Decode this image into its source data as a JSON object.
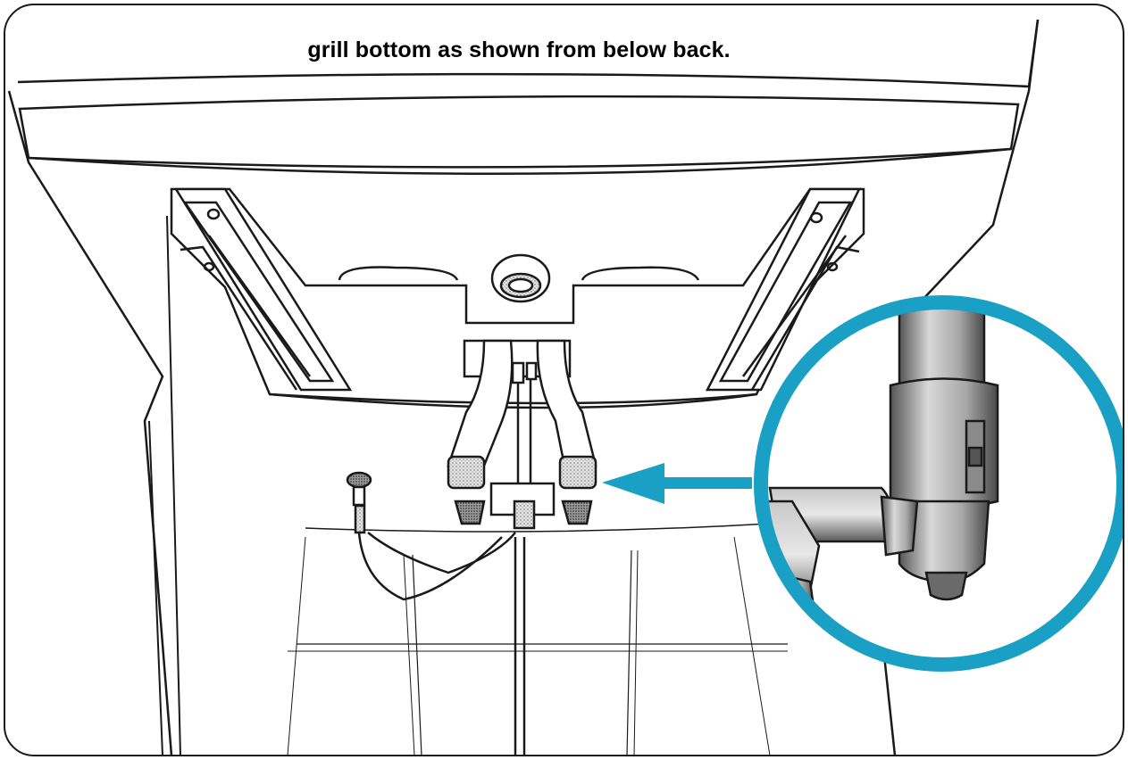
{
  "caption": "grill bottom as shown from below back.",
  "colors": {
    "outline": "#1a1a1a",
    "callout": "#1aa0c4",
    "stipple_dark": "#6d6d6d",
    "stipple_light": "#cfcfcf"
  },
  "icons": [
    "callout-arrow",
    "magnifier-circle",
    "valve-connector"
  ]
}
